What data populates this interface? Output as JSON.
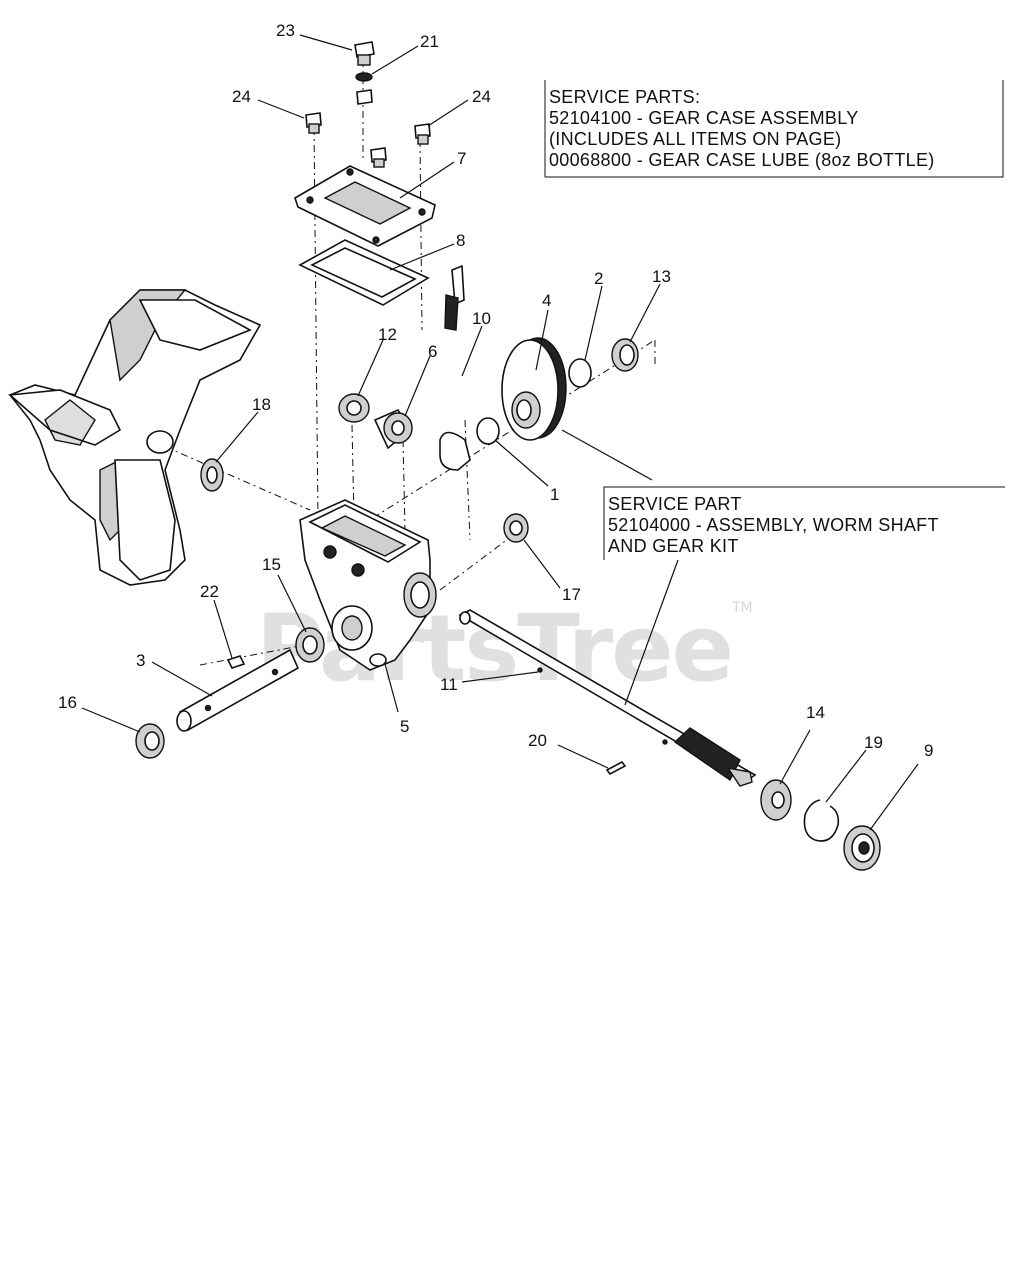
{
  "watermark": {
    "text": "PartsTree",
    "trademark": "TM"
  },
  "service_boxes": [
    {
      "lines": [
        "SERVICE PARTS:",
        "52104100 - GEAR CASE ASSEMBLY",
        "(INCLUDES ALL ITEMS ON PAGE)",
        "00068800 - GEAR CASE LUBE (8oz BOTTLE)"
      ]
    },
    {
      "lines": [
        "SERVICE PART",
        "52104000 - ASSEMBLY, WORM SHAFT",
        "AND GEAR KIT"
      ]
    }
  ],
  "callouts": [
    "23",
    "21",
    "24",
    "24",
    "7",
    "8",
    "10",
    "4",
    "2",
    "13",
    "12",
    "6",
    "18",
    "1",
    "17",
    "15",
    "22",
    "3",
    "16",
    "5",
    "11",
    "20",
    "14",
    "19",
    "9"
  ]
}
